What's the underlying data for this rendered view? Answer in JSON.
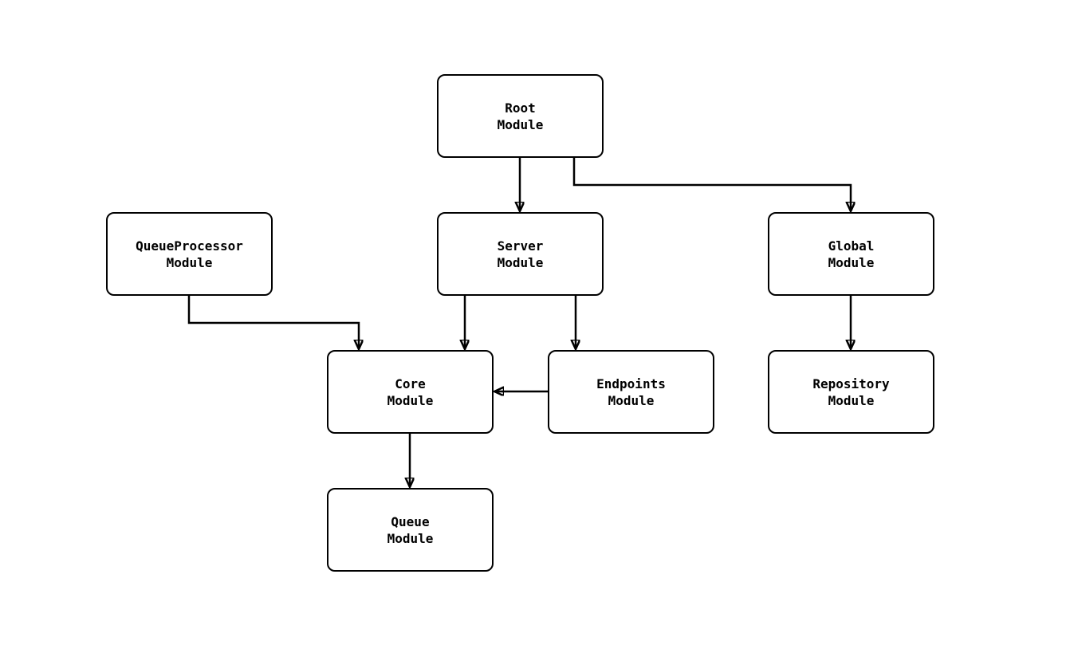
{
  "diagram": {
    "background_color": "#ffffff",
    "stroke_color": "#000000",
    "node_fill_color": "#ffffff",
    "nodes": {
      "root": {
        "line1": "Root",
        "line2": "Module"
      },
      "server": {
        "line1": "Server",
        "line2": "Module"
      },
      "global": {
        "line1": "Global",
        "line2": "Module"
      },
      "queueprocessor": {
        "line1": "QueueProcessor",
        "line2": "Module"
      },
      "core": {
        "line1": "Core",
        "line2": "Module"
      },
      "endpoints": {
        "line1": "Endpoints",
        "line2": "Module"
      },
      "repository": {
        "line1": "Repository",
        "line2": "Module"
      },
      "queue": {
        "line1": "Queue",
        "line2": "Module"
      }
    },
    "edges": [
      {
        "from": "Root Module",
        "to": "Server Module"
      },
      {
        "from": "Root Module",
        "to": "Global Module"
      },
      {
        "from": "QueueProcessor Module",
        "to": "Core Module"
      },
      {
        "from": "Server Module",
        "to": "Core Module"
      },
      {
        "from": "Server Module",
        "to": "Endpoints Module"
      },
      {
        "from": "Endpoints Module",
        "to": "Core Module"
      },
      {
        "from": "Global Module",
        "to": "Repository Module"
      },
      {
        "from": "Core Module",
        "to": "Queue Module"
      }
    ]
  }
}
